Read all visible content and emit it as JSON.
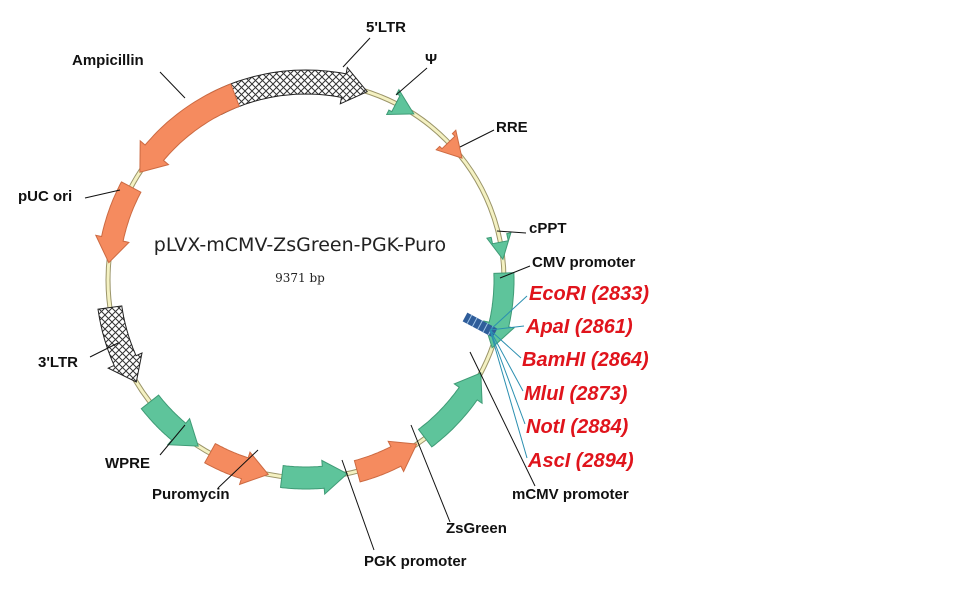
{
  "plasmid": {
    "name": "pLVX-mCMV-ZsGreen-PGK-Puro",
    "size": "9371 bp"
  },
  "colors": {
    "backbone": "#f2efb0",
    "orange_feature": "#f58b5f",
    "green_feature": "#5ec49b",
    "ltr_hatch": "#333333",
    "mcs_block": "#2f5d9a",
    "site_label": "#e0141c"
  },
  "features": [
    {
      "id": "ltr5",
      "label": "5'LTR",
      "style": "hatched"
    },
    {
      "id": "psi",
      "label": "Ψ",
      "style": "green"
    },
    {
      "id": "rre",
      "label": "RRE",
      "style": "orange"
    },
    {
      "id": "cppt",
      "label": "cPPT",
      "style": "green"
    },
    {
      "id": "cmv",
      "label": "CMV promoter",
      "style": "green"
    },
    {
      "id": "mcmv",
      "label": "mCMV promoter",
      "style": "green"
    },
    {
      "id": "zsgreen",
      "label": "ZsGreen",
      "style": "orange"
    },
    {
      "id": "pgk",
      "label": "PGK promoter",
      "style": "green"
    },
    {
      "id": "puro",
      "label": "Puromycin",
      "style": "orange"
    },
    {
      "id": "wpre",
      "label": "WPRE",
      "style": "green"
    },
    {
      "id": "ltr3",
      "label": "3'LTR",
      "style": "hatched"
    },
    {
      "id": "puc",
      "label": "pUC ori",
      "style": "orange"
    },
    {
      "id": "amp",
      "label": "Ampicillin",
      "style": "orange"
    }
  ],
  "restriction_sites": [
    {
      "label": "EcoRI (2833)"
    },
    {
      "label": "ApaI (2861)"
    },
    {
      "label": "BamHI (2864)"
    },
    {
      "label": "MluI (2873)"
    },
    {
      "label": "NotI (2884)"
    },
    {
      "label": "AscI (2894)"
    }
  ]
}
